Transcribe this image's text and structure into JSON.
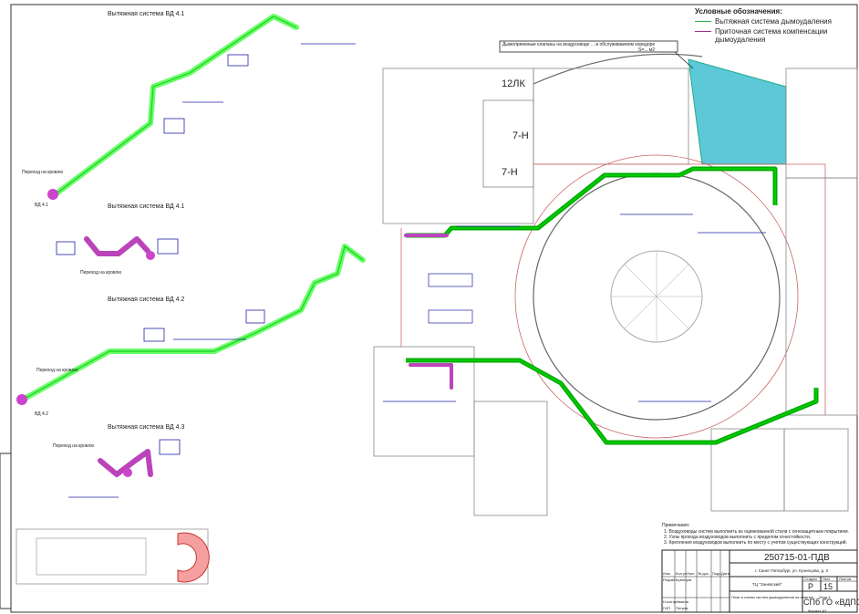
{
  "schemes": [
    {
      "title": "Вытяжная система ВД 4.1",
      "exit_label": "ВД 4.1",
      "note": "Переход на кровлю"
    },
    {
      "title": "Вытяжная система ВД 4.1",
      "note": "Переход на кровлю"
    },
    {
      "title": "Вытяжная система ВД 4.2",
      "exit_label": "ВД 4.2",
      "note": "Переход на кровлю"
    },
    {
      "title": "Вытяжная система ВД 4.3",
      "note": "Переход на кровлю"
    }
  ],
  "legend": {
    "title": "Условные обозначения:",
    "items": [
      {
        "label": "Вытяжная система дымоудаления",
        "color": "#2db34a"
      },
      {
        "label": "Приточная система компенсации дымоудаления",
        "color": "#a0308f"
      }
    ]
  },
  "callout": {
    "text": "Дымоприемные клапаны на воздуховоде ... в обслуживаемом коридоре",
    "subtext": "S=... м2"
  },
  "plan_labels": {
    "axis_12lk": "12ЛК",
    "stair_1": "7-Н",
    "stair_2": "7-Н"
  },
  "notes": {
    "title": "Примечания:",
    "items": [
      "1. Воздуховоды систем выполнить из оцинкованной стали с огнезащитным покрытием.",
      "2. Узлы прохода воздуховодов выполнить с пределом огнестойкости.",
      "3. Крепления воздуховодов выполнить по месту с учетом существующих конструкций."
    ]
  },
  "title_block": {
    "code": "250715-01-ПДВ",
    "address": "г. Санкт-Петербург, ул. Кузнецова, д. 3",
    "object": "ТЦ \"Заневский\"",
    "sheet_title": "План и схемы систем дымоудаления на отметке ... Этаж 4",
    "stage_label": "Стадия",
    "sheet_label": "Лист",
    "sheets_label": "Листов",
    "stage": "Р",
    "sheet": "15",
    "org": "СПб ГО «ВДПО»",
    "format": "Формат А3",
    "roles": [
      "Изм.",
      "Кол.уч",
      "Лист",
      "№ док.",
      "Подп.",
      "Дата"
    ],
    "people": [
      {
        "role": "Разраб.",
        "name": "Кузнецов"
      },
      {
        "role": "Н.контр.",
        "name": "Иванов"
      },
      {
        "role": "ГИП",
        "name": "Петров"
      }
    ]
  }
}
